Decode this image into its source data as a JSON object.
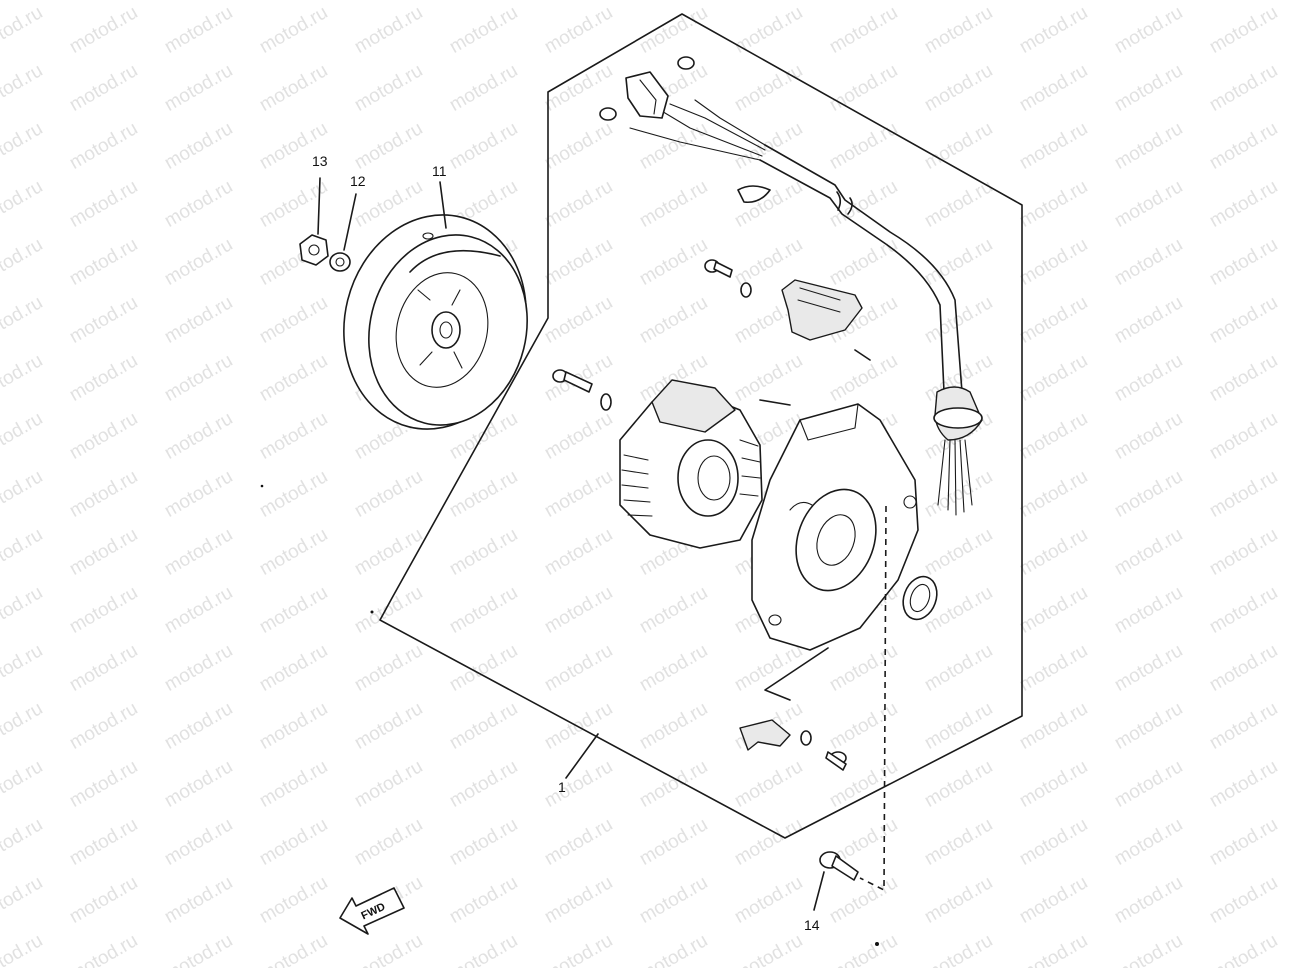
{
  "watermark": {
    "text": "motod.ru",
    "color": "#c9c9c9"
  },
  "callouts": {
    "c1": "1",
    "c11": "11",
    "c12": "12",
    "c13": "13",
    "c14": "14"
  },
  "fwd_label": "FWD",
  "colors": {
    "ink": "#1a1a1a",
    "paper": "#ffffff"
  }
}
